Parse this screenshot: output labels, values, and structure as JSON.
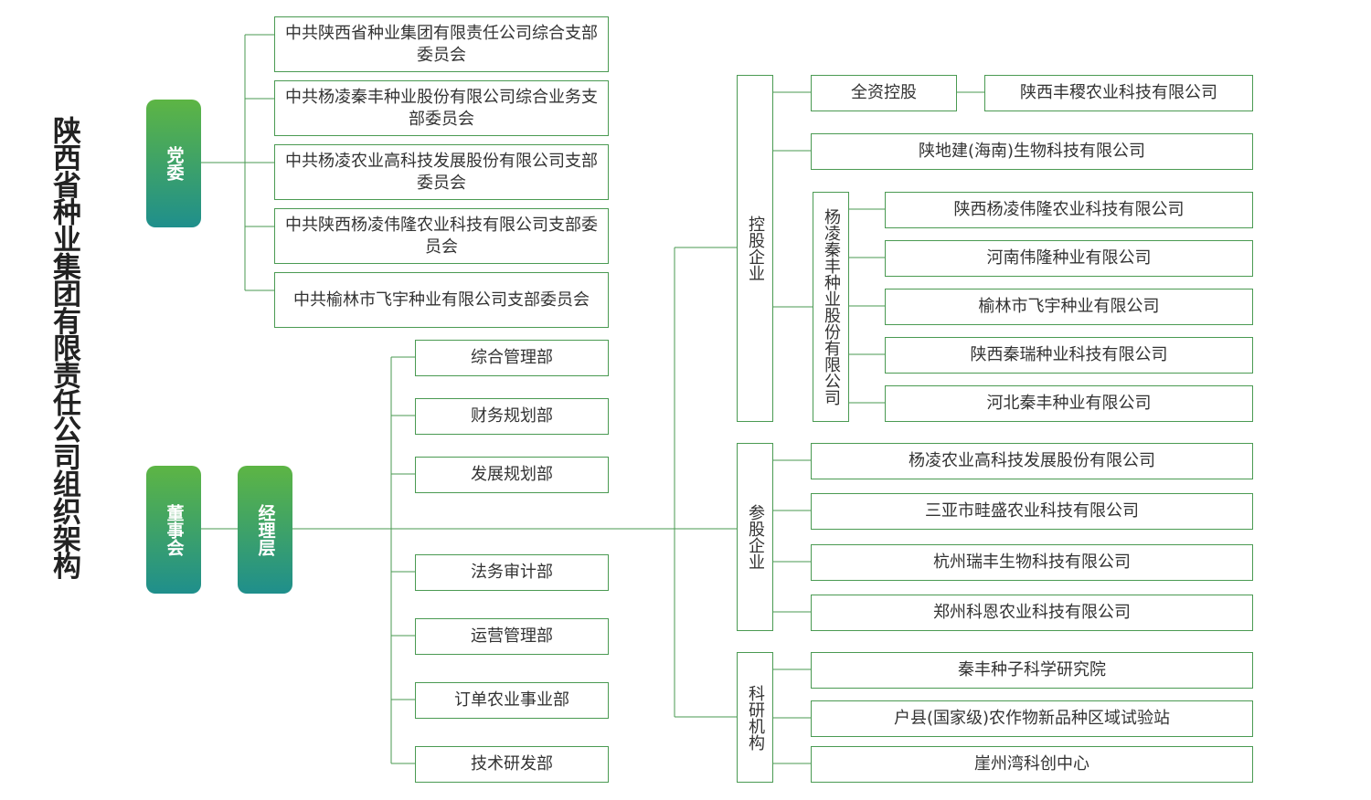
{
  "title": "陕西省种业集团有限责任公司组织架构",
  "nodes": {
    "party": "党委",
    "board": "董事会",
    "management": "经理层",
    "holding": "控股企业",
    "shareholding": "参股企业",
    "research": "科研机构",
    "full_ownership": "全资控股",
    "qinfeng_seed": "杨凌秦丰种业股份有限公司"
  },
  "party_branches": [
    "中共陕西省种业集团有限责任公司综合支部委员会",
    "中共杨凌秦丰种业股份有限公司综合业务支部委员会",
    "中共杨凌农业高科技发展股份有限公司支部委员会",
    "中共陕西杨凌伟隆农业科技有限公司支部委员会",
    "中共榆林市飞宇种业有限公司支部委员会"
  ],
  "departments": [
    "综合管理部",
    "财务规划部",
    "发展规划部",
    "法务审计部",
    "运营管理部",
    "订单农业事业部",
    "技术研发部"
  ],
  "wholly_owned": [
    "陕西丰稷农业科技有限公司"
  ],
  "holding_companies": [
    "陕地建(海南)生物科技有限公司"
  ],
  "qinfeng_subsidiaries": [
    "陕西杨凌伟隆农业科技有限公司",
    "河南伟隆种业有限公司",
    "榆林市飞宇种业有限公司",
    "陕西秦瑞种业科技有限公司",
    "河北秦丰种业有限公司"
  ],
  "share_companies": [
    "杨凌农业高科技发展股份有限公司",
    "三亚市畦盛农业科技有限公司",
    "杭州瑞丰生物科技有限公司",
    "郑州科恩农业科技有限公司"
  ],
  "research_institutions": [
    "秦丰种子科学研究院",
    "户县(国家级)农作物新品种区域试验站",
    "崖州湾科创中心"
  ]
}
